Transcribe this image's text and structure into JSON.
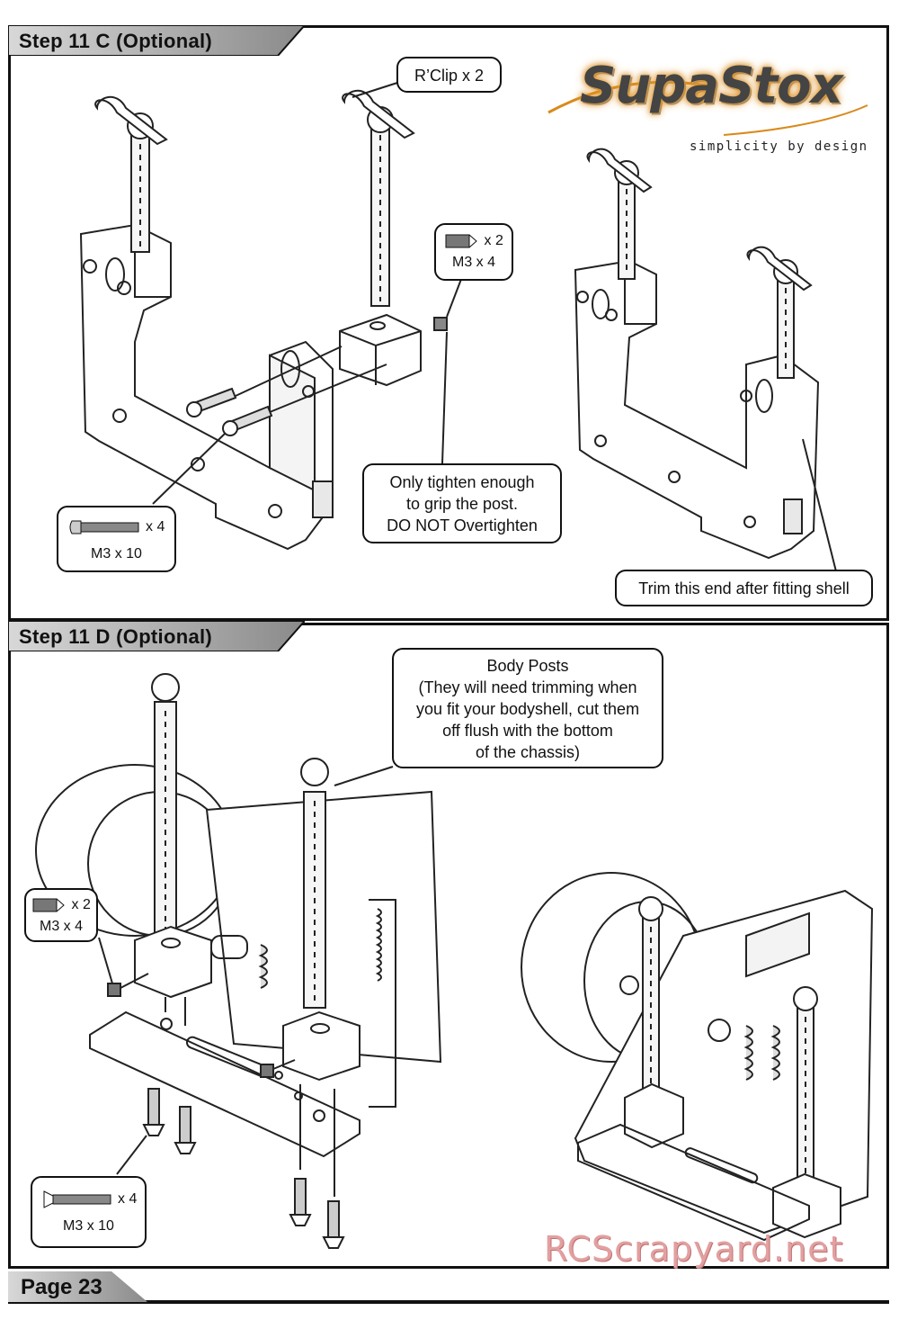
{
  "step_c": {
    "title": "Step 11 C (Optional)",
    "rclip_label": "R’Clip  x 2",
    "grub_qty": "x 2",
    "grub_size": "M3 x 4",
    "tighten_note_1": "Only tighten enough",
    "tighten_note_2": "to grip the post.",
    "tighten_note_3": "DO NOT Overtighten",
    "button_qty": "x 4",
    "button_size": "M3 x 10",
    "trim_note": "Trim this end after fitting shell"
  },
  "logo": {
    "brand": "SupaStox",
    "tagline": "simplicity by design"
  },
  "step_d": {
    "title": "Step 11 D (Optional)",
    "body_posts_1": "Body Posts",
    "body_posts_2": "(They will need trimming when",
    "body_posts_3": "you fit your bodyshell, cut them",
    "body_posts_4": "off flush with the bottom",
    "body_posts_5": "of the chassis)",
    "grub_qty": "x 2",
    "grub_size": "M3 x 4",
    "cs_qty": "x 4",
    "cs_size": "M3 x 10"
  },
  "footer": {
    "page_label": "Page 23",
    "watermark": "RCScrapyard.net"
  }
}
